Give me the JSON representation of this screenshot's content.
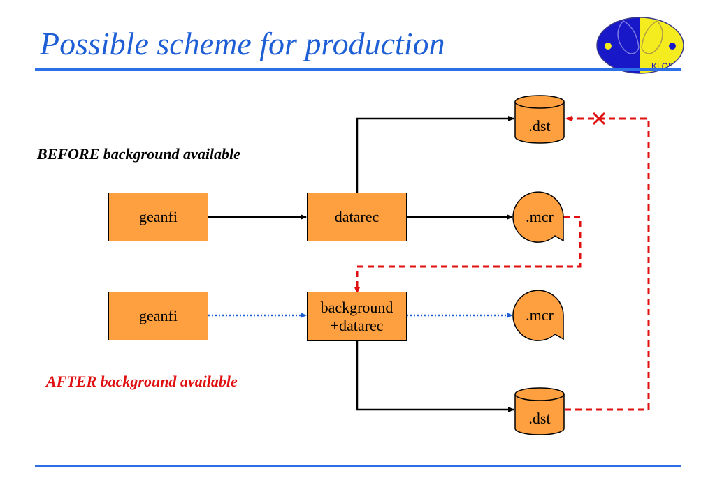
{
  "title": "Possible scheme for production",
  "logo": {
    "text": "KLOE"
  },
  "labels": {
    "before": "BEFORE background available",
    "after": "AFTER background available"
  },
  "colors": {
    "title": "#1f5fd6",
    "rule": "#2d6fe6",
    "box_fill": "#ffa040",
    "after_label": "#e01010",
    "dashed_link": "#e01010",
    "dotted_link": "#1f5fd6",
    "logo_blue": "#1818c8",
    "logo_yellow": "#f5ec20"
  },
  "before_flow": {
    "geanfi": "geanfi",
    "datarec": "datarec",
    "dst": ".dst",
    "mcr": ".mcr"
  },
  "after_flow": {
    "geanfi": "geanfi",
    "bg_datarec_line1": "background",
    "bg_datarec_line2": "+datarec",
    "mcr": ".mcr",
    "dst": ".dst"
  }
}
